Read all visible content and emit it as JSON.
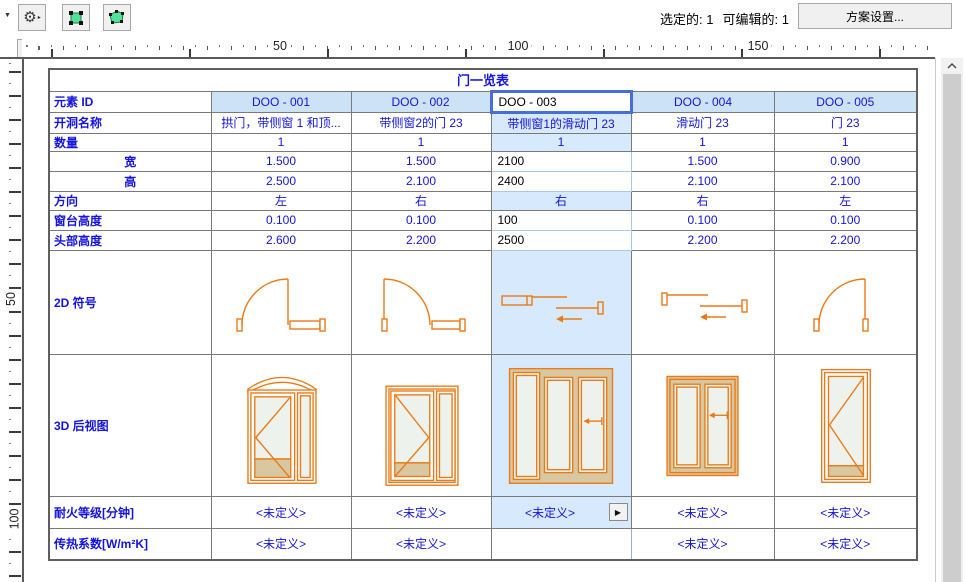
{
  "toolbar": {
    "selected": "选定的: 1",
    "editable": "可编辑的: 1",
    "scheme_settings": "方案设置..."
  },
  "icons": {
    "gear": "⚙",
    "flyout_arrow": "▸",
    "dropdown": "▼",
    "fire_rating_popup": "▶",
    "selection_2d": "green-square-handles-icon",
    "selection_3d": "green-solid-handles-icon"
  },
  "rulers": {
    "corner": "...",
    "h_labels": [
      "50",
      "100",
      "150"
    ],
    "v_labels": [
      "50",
      "100"
    ]
  },
  "schedule": {
    "title": "门一览表",
    "columns": [
      "DOO - 001",
      "DOO - 002",
      "DOO - 003",
      "DOO - 004",
      "DOO - 005"
    ],
    "rows": {
      "id": {
        "label": "元素 ID"
      },
      "name": {
        "label": "开洞名称",
        "values": [
          "拱门，带侧窗 1 和顶...",
          "带侧窗2的门 23",
          "带侧窗1的滑动门 23",
          "滑动门 23",
          "门 23"
        ]
      },
      "qty": {
        "label": "数量",
        "values": [
          "1",
          "1",
          "1",
          "1",
          "1"
        ]
      },
      "width": {
        "label": "宽",
        "values": [
          "1.500",
          "1.500",
          "2100",
          "1.500",
          "0.900"
        ]
      },
      "height": {
        "label": "高",
        "values": [
          "2.500",
          "2.100",
          "2400",
          "2.100",
          "2.100"
        ]
      },
      "dir": {
        "label": "方向",
        "values": [
          "左",
          "右",
          "右",
          "右",
          "左"
        ]
      },
      "sill": {
        "label": "窗台高度",
        "values": [
          "0.100",
          "0.100",
          "100",
          "0.100",
          "0.100"
        ]
      },
      "head": {
        "label": "头部高度",
        "values": [
          "2.600",
          "2.200",
          "2500",
          "2.200",
          "2.200"
        ]
      },
      "sym2d": {
        "label": "2D 符号",
        "symbols": [
          "hinged-door-swing-leaf-right-sidelight",
          "hinged-door-swing-leaf-left-sidelight",
          "sliding-door-with-sidelight",
          "sliding-door",
          "hinged-door-swing"
        ]
      },
      "view3d": {
        "label": "3D 后视图",
        "symbols": [
          "arched-door-with-sidelight",
          "door-with-sidelight",
          "sliding-door-3-panel",
          "sliding-door-2-panel",
          "single-door"
        ]
      },
      "fire": {
        "label": "耐火等级[分钟]",
        "values": [
          "<未定义>",
          "<未定义>",
          "<未定义>",
          "<未定义>",
          "<未定义>"
        ]
      },
      "u": {
        "label": "传热系数[W/m²K]",
        "values": [
          "<未定义>",
          "<未定义>",
          "",
          "<未定义>",
          "<未定义>"
        ]
      }
    }
  },
  "colors": {
    "accent_blue": "#1414dd",
    "header_bg": "#cce3f7",
    "selection_bg": "#d7e9fd",
    "drawing_orange": "#ea7a17",
    "glass": "#edf3ec",
    "panel_tan": "#d8c7a0",
    "edit_border_blue": "#4a6fd4"
  }
}
